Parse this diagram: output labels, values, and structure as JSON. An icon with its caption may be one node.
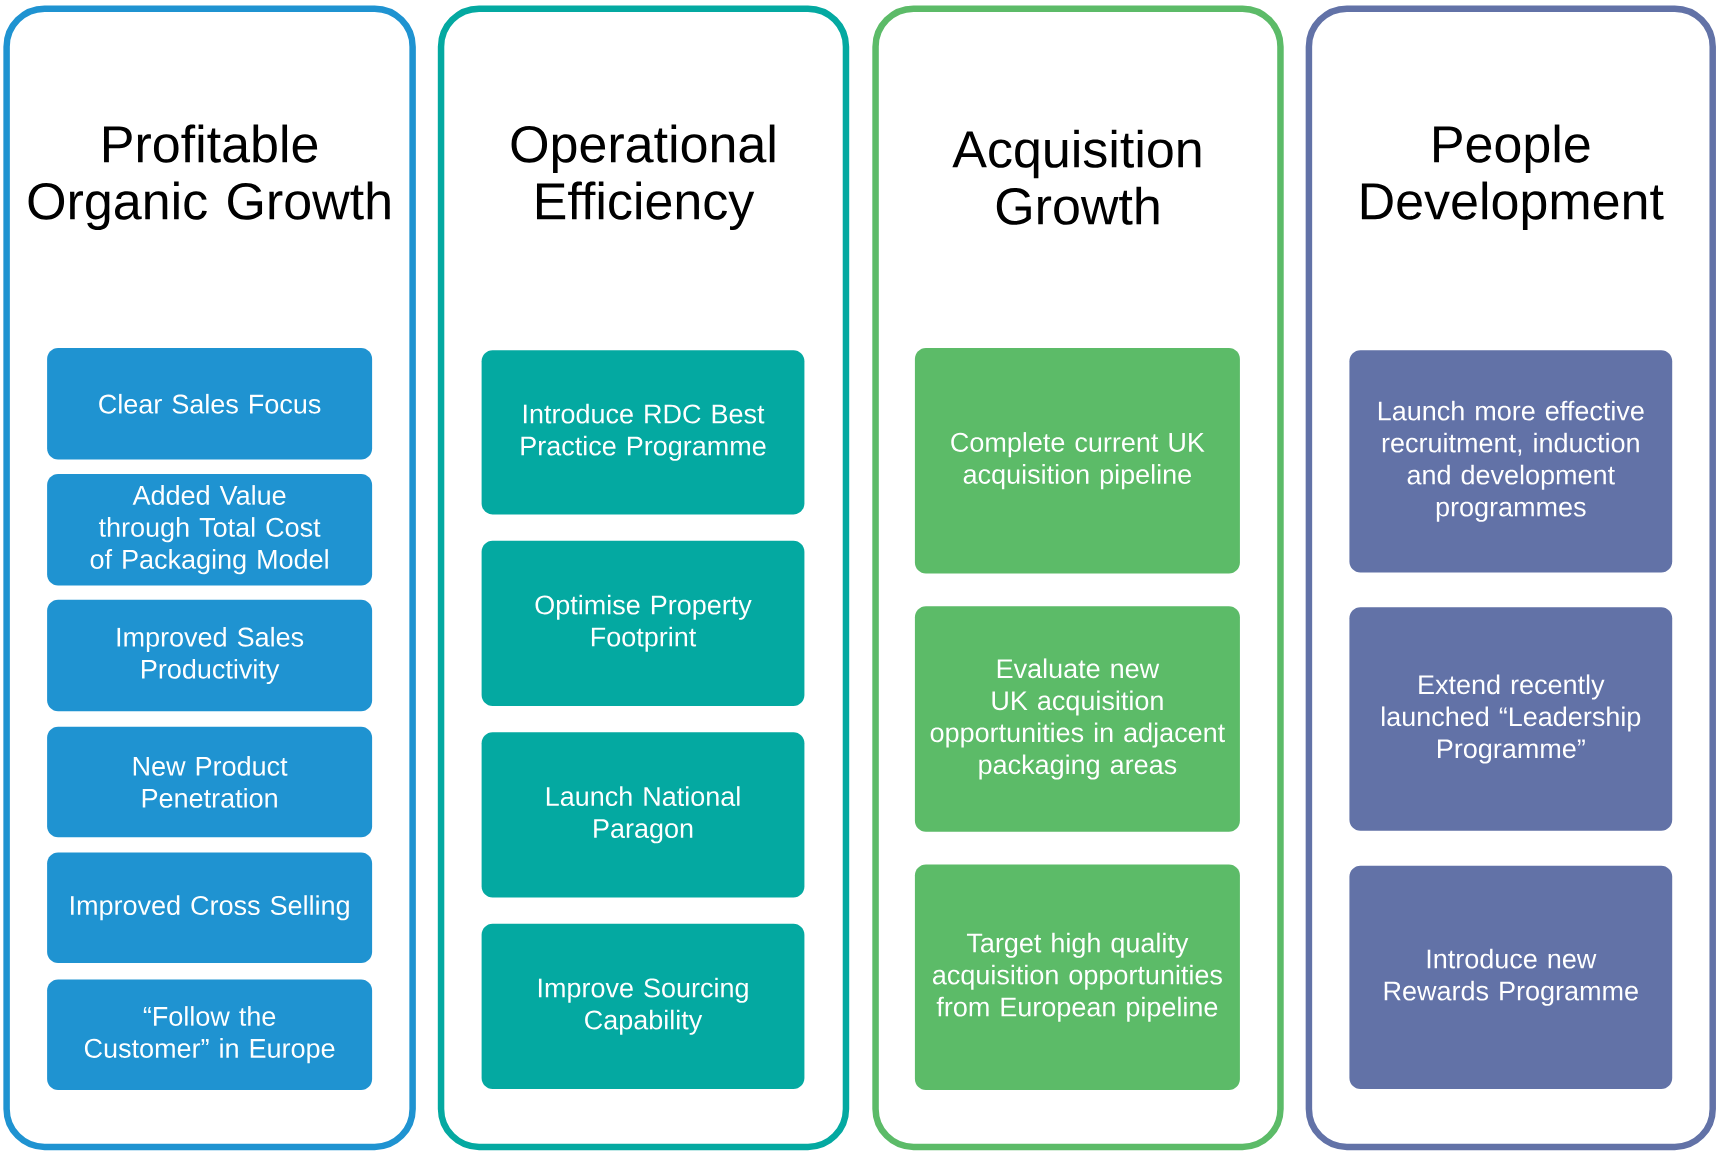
{
  "diagram": {
    "nodes": [
      {
        "text": [
          "Profitable Organic Growth"
        ]
      },
      {
        "text": [
          "Clear Sales Focus"
        ],
        "in": 0
      },
      {
        "text": [
          "Added Value through Total Cost of Packaging Model"
        ],
        "in": 0
      },
      {
        "text": [
          "Improved Sales Productivity"
        ],
        "in": 0
      },
      {
        "text": [
          "New Product Penetration"
        ],
        "in": 0
      },
      {
        "text": [
          "Improved Cross Selling"
        ],
        "in": 0
      },
      {
        "text": [
          "“Follow the Customer” in Europe"
        ],
        "in": 0
      },
      {
        "text": [
          "Operational Efficiency"
        ]
      },
      {
        "text": [
          "Introduce RDC Best Practice Programme"
        ],
        "in": 7
      },
      {
        "text": [
          "Optimise Property Footprint"
        ],
        "in": 7
      },
      {
        "text": [
          "Launch National Paragon"
        ],
        "in": 7
      },
      {
        "text": [
          "Improve Sourcing Capability"
        ],
        "in": 7
      },
      {
        "text": [
          "Acquisition Growth"
        ]
      },
      {
        "text": [
          "Complete current UK acquisition pipeline"
        ],
        "in": 12
      },
      {
        "text": [
          "Evaluate new UK acquisition opportunities in adjacent packaging areas"
        ],
        "in": 12
      },
      {
        "text": [
          "Target high quality acquisition opportunities from European pipeline"
        ],
        "in": 12
      },
      {
        "text": [
          "People Development"
        ]
      },
      {
        "text": [
          "Launch more effective recruitment, induction and development programmes"
        ],
        "in": 16
      },
      {
        "text": [
          "Extend recently launched “Leadership Programme”"
        ],
        "in": 16
      },
      {
        "text": [
          "Introduce new Rewards Programme"
        ],
        "in": 16
      }
    ]
  }
}
